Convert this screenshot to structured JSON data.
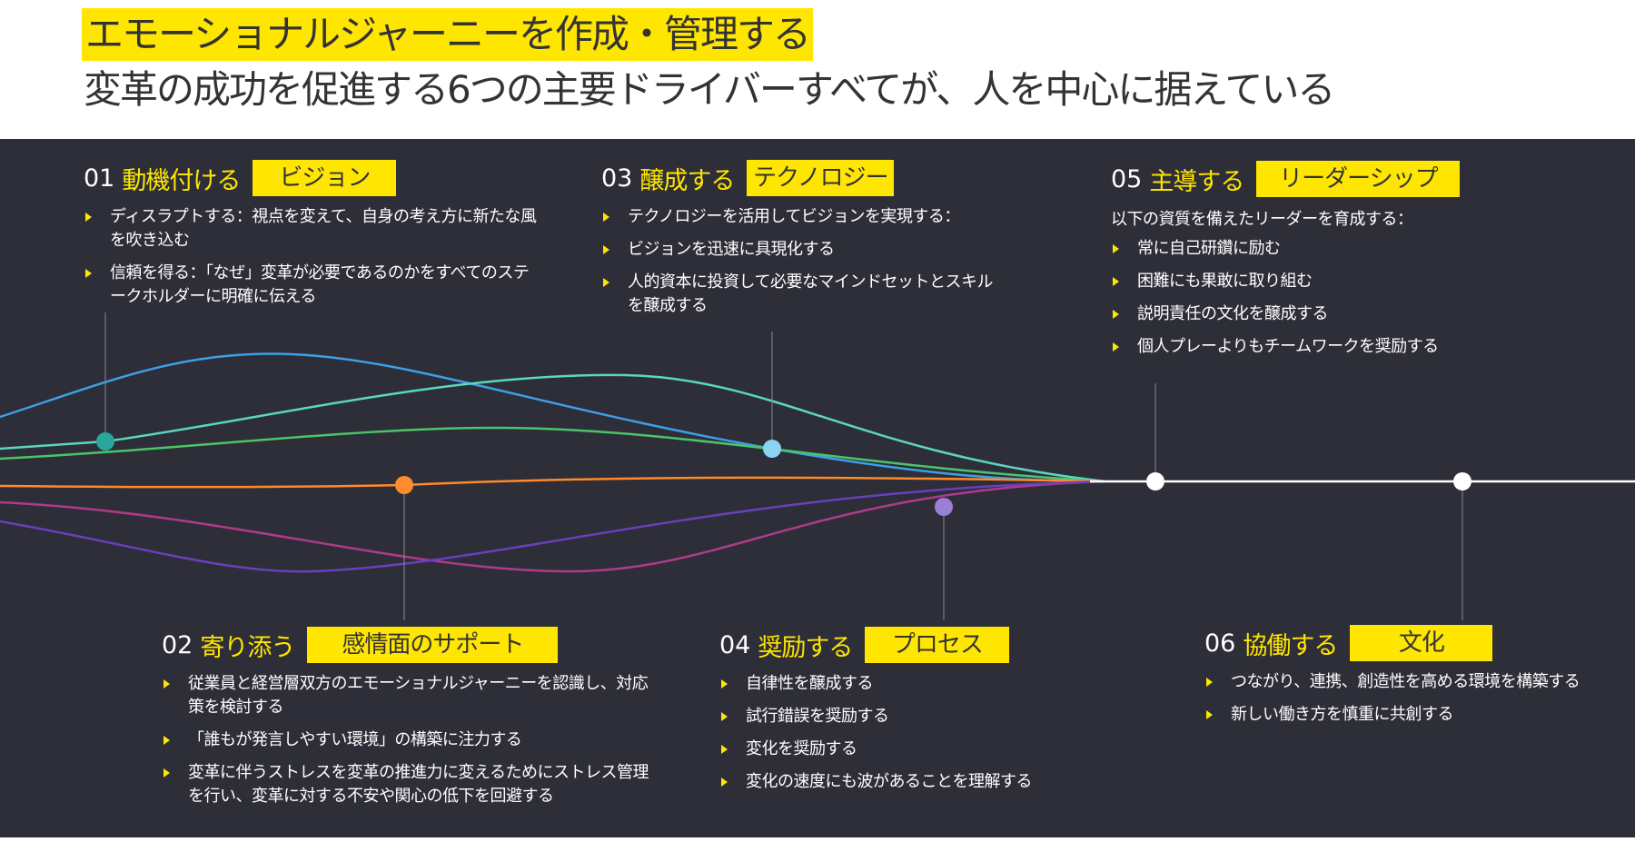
{
  "header": {
    "title": "エモーショナルジャーニーを作成・管理する",
    "subtitle": "変革の成功を促進する6つの主要ドライバーすべてが、人を中心に据えている"
  },
  "colors": {
    "accent": "#ffe600",
    "background": "#2d2e38"
  },
  "drivers": [
    {
      "num": "01",
      "verb": "動機付ける",
      "badge": "ビジョン",
      "bullets": [
        "ディスラプトする：視点を変えて、自身の考え方に新たな風を吹き込む",
        "信頼を得る：「なぜ」変革が必要であるのかをすべてのステークホルダーに明確に伝える"
      ]
    },
    {
      "num": "02",
      "verb": "寄り添う",
      "badge": "感情面のサポート",
      "bullets": [
        "従業員と経営層双方のエモーショナルジャーニーを認識し、対応策を検討する",
        "「誰もが発言しやすい環境」の構築に注力する",
        "変革に伴うストレスを変革の推進力に変えるためにストレス管理を行い、変革に対する不安や関心の低下を回避する"
      ]
    },
    {
      "num": "03",
      "verb": "醸成する",
      "badge": "テクノロジー",
      "bullets": [
        "テクノロジーを活用してビジョンを実現する：",
        "ビジョンを迅速に具現化する",
        "人的資本に投資して必要なマインドセットとスキルを醸成する"
      ]
    },
    {
      "num": "04",
      "verb": "奨励する",
      "badge": "プロセス",
      "bullets": [
        "自律性を醸成する",
        "試行錯誤を奨励する",
        "変化を奨励する",
        "変化の速度にも波があることを理解する"
      ]
    },
    {
      "num": "05",
      "verb": "主導する",
      "badge": "リーダーシップ",
      "intro": "以下の資質を備えたリーダーを育成する：",
      "bullets": [
        "常に自己研鑽に励む",
        "困難にも果敢に取り組む",
        "説明責任の文化を醸成する",
        "個人プレーよりもチームワークを奨励する"
      ]
    },
    {
      "num": "06",
      "verb": "協働する",
      "badge": "文化",
      "bullets": [
        "つながり、連携、創造性を高める環境を構築する",
        "新しい働き方を慎重に共創する"
      ]
    }
  ]
}
